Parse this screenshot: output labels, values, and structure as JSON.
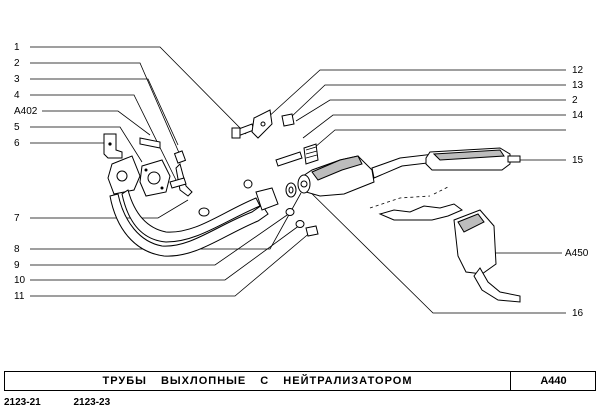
{
  "callouts_left": [
    "1",
    "2",
    "3",
    "4",
    "A402",
    "5",
    "6",
    "7",
    "8",
    "9",
    "10",
    "11"
  ],
  "callouts_right": [
    "12",
    "13",
    "2",
    "14",
    "15",
    "A450",
    "16"
  ],
  "title": "ТРУБЫ ВЫХЛОПНЫЕ С НЕЙТРАЛИЗАТОРОМ",
  "sheet_code": "A440",
  "models": [
    "2123-21",
    "2123-23"
  ]
}
